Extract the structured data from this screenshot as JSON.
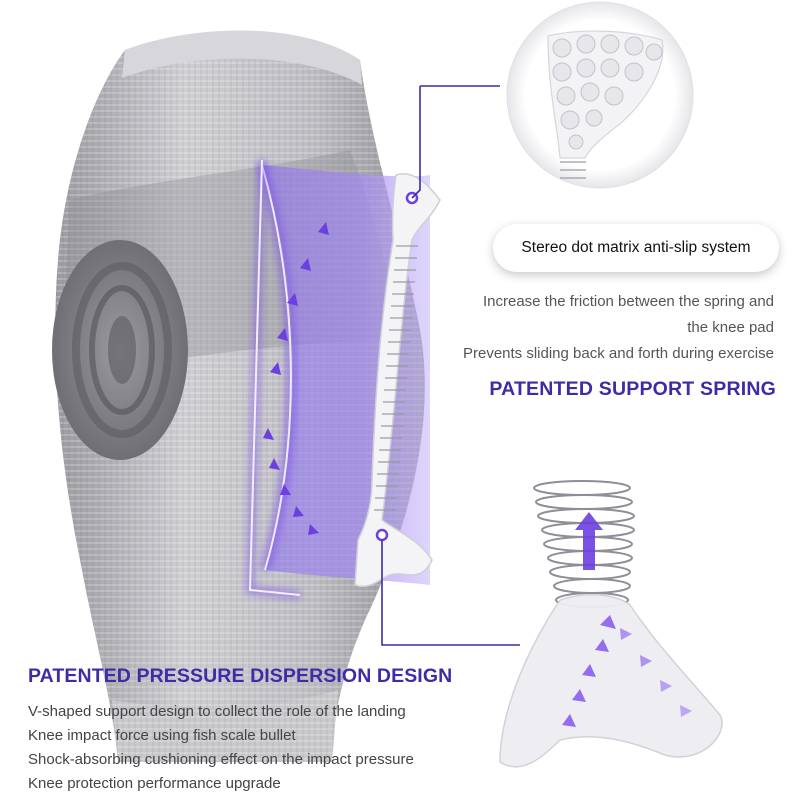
{
  "callouts": {
    "antislip_badge": "Stereo dot matrix anti-slip system"
  },
  "spring_section": {
    "lines": [
      "Increase the friction between the spring and",
      "the knee pad",
      "Prevents sliding back and forth during exercise"
    ],
    "heading": "PATENTED SUPPORT SPRING"
  },
  "pressure_section": {
    "heading": "PATENTED PRESSURE DISPERSION DESIGN",
    "lines": [
      "V-shaped support design to collect the role of the landing",
      "Knee impact force using fish scale bullet",
      "Shock-absorbing cushioning effect on the impact pressure",
      "Knee protection performance upgrade"
    ]
  },
  "colors": {
    "accent": "#3d2ca6",
    "glow": "#7b52e8",
    "fabric": "#b9b9bd",
    "fabric_dark": "#6c6c72",
    "body_text": "#555555"
  }
}
